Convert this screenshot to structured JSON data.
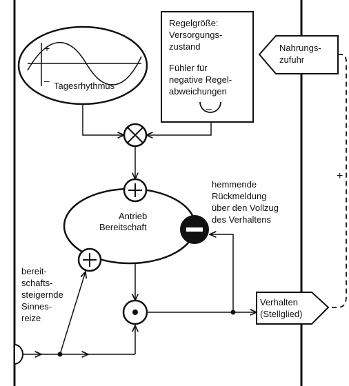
{
  "labels": {
    "tagesrhythmus": "Tagesrhythmus",
    "regel_line1": "Regelgröße:",
    "regel_line2": "Versorgungs-",
    "regel_line3": "zustand",
    "fuehler_line1": "Fühler für",
    "fuehler_line2": "negative Regel-",
    "fuehler_line3": "abweichungen",
    "nahrung_line1": "Nahrungs-",
    "nahrung_line2": "zufuhr",
    "hemmend_line1": "hemmende",
    "hemmend_line2": "Rückmeldung",
    "hemmend_line3": "über den Vollzug",
    "hemmend_line4": "des Verhaltens",
    "antrieb_line1": "Antrieb",
    "antrieb_line2": "Bereitschaft",
    "reize_line1": "bereit-",
    "reize_line2": "schafts-",
    "reize_line3": "steigernde",
    "reize_line4": "Sinnes-",
    "reize_line5": "reize",
    "verhalten_line1": "Verhalten",
    "verhalten_line2": "(Stellglied)"
  },
  "signs": {
    "plus": "+",
    "minus": "−",
    "minus_short": "–"
  }
}
